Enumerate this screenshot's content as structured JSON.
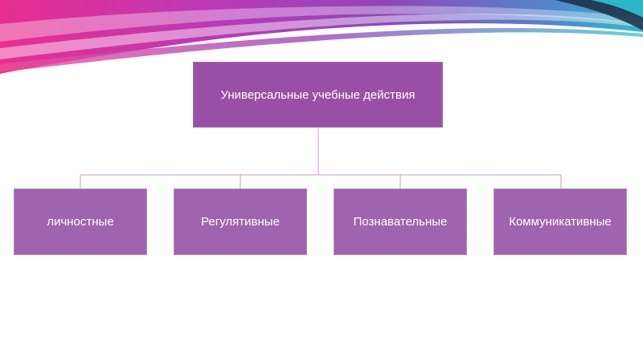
{
  "diagram": {
    "root": {
      "label": "Универсальные учебные действия"
    },
    "children": [
      {
        "label": "личностные"
      },
      {
        "label": "Регулятивные"
      },
      {
        "label": "Познавательные"
      },
      {
        "label": "Коммуникативные"
      }
    ]
  },
  "colors": {
    "box_fill": "#9a4fa6",
    "child_fill": "#a063ad",
    "connector": "#c49ccb"
  }
}
